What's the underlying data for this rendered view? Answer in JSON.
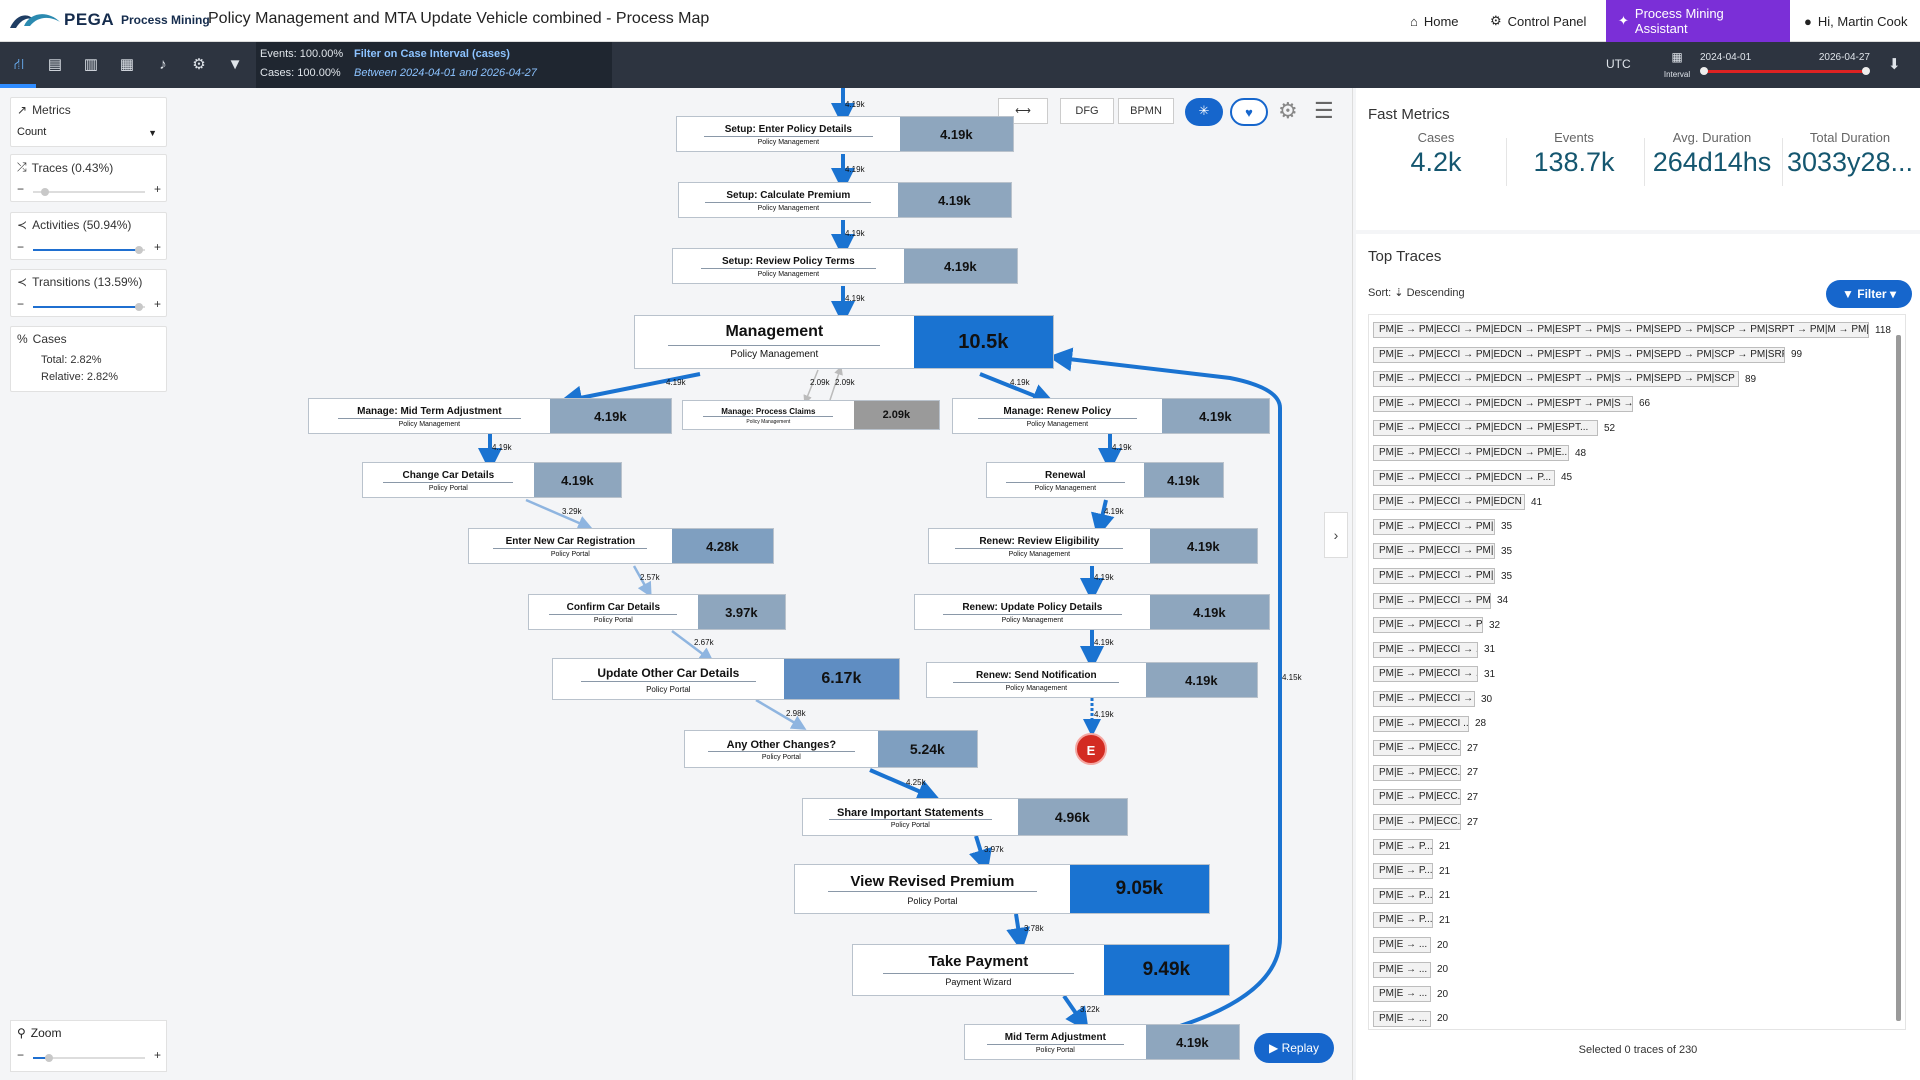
{
  "header": {
    "brand": "PEGA",
    "product": "Process Mining",
    "title": "Policy Management and MTA Update Vehicle combined - Process Map",
    "nav": {
      "home": "Home",
      "control_panel": "Control Panel",
      "assistant": "Process Mining Assistant",
      "user": "Hi, Martin Cook"
    }
  },
  "toolbar": {
    "events_stat": "Events: 100.00%",
    "cases_stat": "Cases: 100.00%",
    "filter_title": "Filter on Case Interval (cases)",
    "filter_range": "Between 2024-04-01 and 2026-04-27",
    "timezone": "UTC",
    "interval_label": "Interval",
    "date_from": "2024-04-01",
    "date_to": "2026-04-27"
  },
  "left_panel": {
    "metrics_title": "Metrics",
    "metrics_value": "Count",
    "traces_label": "Traces (0.43%)",
    "activities_label": "Activities (50.94%)",
    "transitions_label": "Transitions (13.59%)",
    "cases_title": "Cases",
    "cases_total": "Total: 2.82%",
    "cases_relative": "Relative: 2.82%",
    "zoom_title": "Zoom"
  },
  "canvas": {
    "dfg_label": "DFG",
    "bpmn_label": "BPMN",
    "end_label": "E",
    "replay_label": "Replay",
    "nodes": [
      {
        "name": "Setup: Enter Policy Details",
        "sub": "Policy Management",
        "value": "4.19k"
      },
      {
        "name": "Setup: Calculate Premium",
        "sub": "Policy Management",
        "value": "4.19k"
      },
      {
        "name": "Setup: Review Policy Terms",
        "sub": "Policy Management",
        "value": "4.19k"
      },
      {
        "name": "Management",
        "sub": "Policy Management",
        "value": "10.5k"
      },
      {
        "name": "Manage: Mid Term Adjustment",
        "sub": "Policy Management",
        "value": "4.19k"
      },
      {
        "name": "Manage: Process Claims",
        "sub": "Policy Management",
        "value": "2.09k"
      },
      {
        "name": "Manage: Renew Policy",
        "sub": "Policy Management",
        "value": "4.19k"
      },
      {
        "name": "Change Car Details",
        "sub": "Policy Portal",
        "value": "4.19k"
      },
      {
        "name": "Renewal",
        "sub": "Policy Management",
        "value": "4.19k"
      },
      {
        "name": "Enter New Car Registration",
        "sub": "Policy Portal",
        "value": "4.28k"
      },
      {
        "name": "Renew: Review Eligibility",
        "sub": "Policy Management",
        "value": "4.19k"
      },
      {
        "name": "Confirm Car Details",
        "sub": "Policy Portal",
        "value": "3.97k"
      },
      {
        "name": "Renew: Update Policy Details",
        "sub": "Policy Management",
        "value": "4.19k"
      },
      {
        "name": "Update Other Car Details",
        "sub": "Policy Portal",
        "value": "6.17k"
      },
      {
        "name": "Renew: Send Notification",
        "sub": "Policy Management",
        "value": "4.19k"
      },
      {
        "name": "Any Other Changes?",
        "sub": "Policy Portal",
        "value": "5.24k"
      },
      {
        "name": "Share Important Statements",
        "sub": "Policy Portal",
        "value": "4.96k"
      },
      {
        "name": "View Revised Premium",
        "sub": "Policy Portal",
        "value": "9.05k"
      },
      {
        "name": "Take Payment",
        "sub": "Payment Wizard",
        "value": "9.49k"
      },
      {
        "name": "Mid Term Adjustment",
        "sub": "Policy Portal",
        "value": "4.19k"
      }
    ],
    "edges": [
      "4.19k",
      "4.19k",
      "4.19k",
      "4.19k",
      "4.19k",
      "2.09k",
      "2.09k",
      "4.19k",
      "4.19k",
      "4.19k",
      "3.29k",
      "4.19k",
      "2.57k",
      "4.19k",
      "2.67k",
      "4.19k",
      "2.98k",
      "4.19k",
      "4.25k",
      "3.97k",
      "3.78k",
      "3.22k",
      "4.15k"
    ]
  },
  "fast_metrics": {
    "title": "Fast Metrics",
    "items": [
      {
        "label": "Cases",
        "value": "4.2k"
      },
      {
        "label": "Events",
        "value": "138.7k"
      },
      {
        "label": "Avg. Duration",
        "value": "264d14hs"
      },
      {
        "label": "Total Duration",
        "value": "3033y28..."
      }
    ]
  },
  "top_traces": {
    "title": "Top Traces",
    "sort_label": "Sort:",
    "sort_value": "Descending",
    "filter_label": "Filter",
    "selected_text": "Selected 0 traces of 230",
    "rows": [
      {
        "trace": "PM|E → PM|ECCI → PM|EDCN → PM|ESPT → PM|S → PM|SEPD → PM|SCP → PM|SRPT → PM|M → PM|MPC → ...",
        "count": "118"
      },
      {
        "trace": "PM|E → PM|ECCI → PM|EDCN → PM|ESPT → PM|S → PM|SEPD → PM|SCP → PM|SRPT → ...",
        "count": "99"
      },
      {
        "trace": "PM|E → PM|ECCI → PM|EDCN → PM|ESPT → PM|S → PM|SEPD → PM|SCP → P...",
        "count": "89"
      },
      {
        "trace": "PM|E → PM|ECCI → PM|EDCN → PM|ESPT → PM|S → P...",
        "count": "66"
      },
      {
        "trace": "PM|E → PM|ECCI → PM|EDCN → PM|ESPT...",
        "count": "52"
      },
      {
        "trace": "PM|E → PM|ECCI → PM|EDCN → PM|E...",
        "count": "48"
      },
      {
        "trace": "PM|E → PM|ECCI → PM|EDCN → P...",
        "count": "45"
      },
      {
        "trace": "PM|E → PM|ECCI → PM|EDCN ...",
        "count": "41"
      },
      {
        "trace": "PM|E → PM|ECCI → PM|...",
        "count": "35"
      },
      {
        "trace": "PM|E → PM|ECCI → PM|...",
        "count": "35"
      },
      {
        "trace": "PM|E → PM|ECCI → PM|...",
        "count": "35"
      },
      {
        "trace": "PM|E → PM|ECCI → PM...",
        "count": "34"
      },
      {
        "trace": "PM|E → PM|ECCI → P...",
        "count": "32"
      },
      {
        "trace": "PM|E → PM|ECCI → ...",
        "count": "31"
      },
      {
        "trace": "PM|E → PM|ECCI → ...",
        "count": "31"
      },
      {
        "trace": "PM|E → PM|ECCI →...",
        "count": "30"
      },
      {
        "trace": "PM|E → PM|ECCI ...",
        "count": "28"
      },
      {
        "trace": "PM|E → PM|ECC...",
        "count": "27"
      },
      {
        "trace": "PM|E → PM|ECC...",
        "count": "27"
      },
      {
        "trace": "PM|E → PM|ECC...",
        "count": "27"
      },
      {
        "trace": "PM|E → PM|ECC...",
        "count": "27"
      },
      {
        "trace": "PM|E → P...",
        "count": "21"
      },
      {
        "trace": "PM|E → P...",
        "count": "21"
      },
      {
        "trace": "PM|E → P...",
        "count": "21"
      },
      {
        "trace": "PM|E → P...",
        "count": "21"
      },
      {
        "trace": "PM|E → ...",
        "count": "20"
      },
      {
        "trace": "PM|E → ...",
        "count": "20"
      },
      {
        "trace": "PM|E → ...",
        "count": "20"
      },
      {
        "trace": "PM|E → ...",
        "count": "20"
      }
    ]
  },
  "colors": {
    "accent": "#1666cc",
    "assistant": "#7b2fd7",
    "toolbar": "#2d3440",
    "end_node": "#d32b22"
  }
}
